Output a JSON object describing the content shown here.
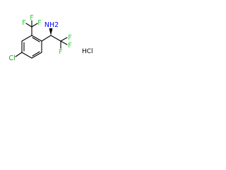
{
  "molecule": {
    "atom_labels": {
      "top_left_cf3": [
        "F",
        "F",
        "F"
      ],
      "right_cf3": [
        "F",
        "F",
        "F"
      ],
      "amine": "NH2",
      "chlorine": "Cl"
    },
    "salt": "HCl",
    "stereo": "wedged bond at the amine-bearing carbon"
  },
  "colors": {
    "bond": "#000000",
    "fluorine": "#33cc33",
    "nitrogen": "#0000ff",
    "chlorine": "#1fa01f",
    "hcl": "#000000",
    "background": "#ffffff"
  }
}
